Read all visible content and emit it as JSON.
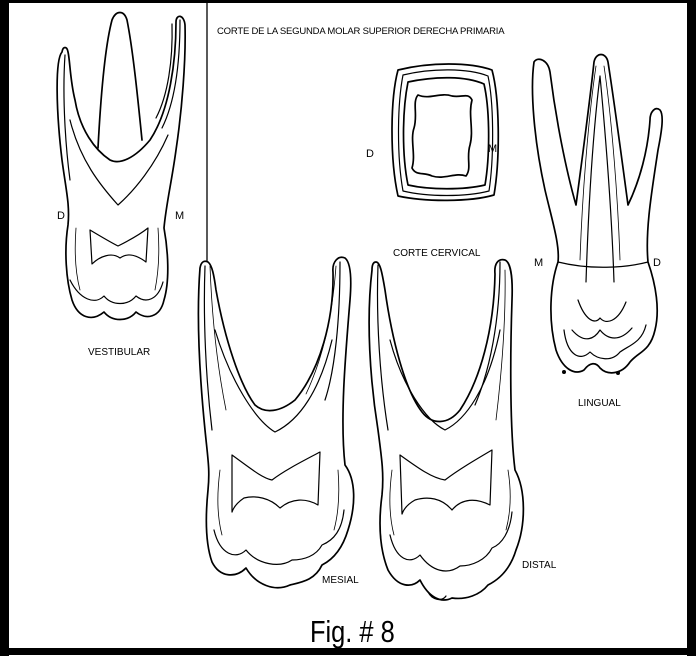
{
  "figure": {
    "title": "CORTE DE LA SEGUNDA  MOLAR SUPERIOR DERECHA PRIMARIA",
    "caption": "Fig. # 8"
  },
  "views": {
    "vestibular": {
      "label": "VESTIBULAR",
      "left": "D",
      "right": "M"
    },
    "cervical": {
      "label": "CORTE CERVICAL",
      "left": "D",
      "right": "M"
    },
    "lingual": {
      "label": "LINGUAL",
      "left": "M",
      "right": "D"
    },
    "mesial": {
      "label": "MESIAL"
    },
    "distal": {
      "label": "DISTAL"
    }
  },
  "colors": {
    "ink": "#000000",
    "paper": "#ffffff"
  }
}
